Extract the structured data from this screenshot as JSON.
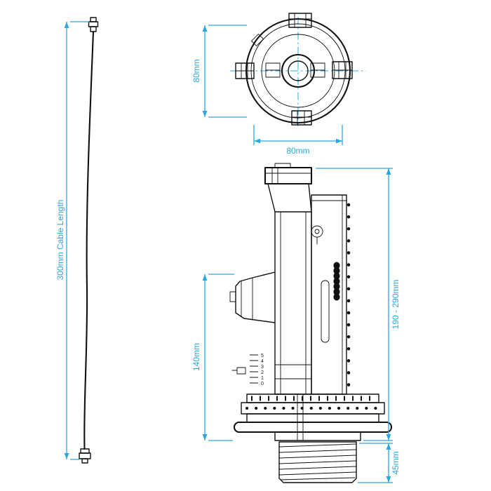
{
  "colors": {
    "dimension_accent": "#2aa9df",
    "drawing_line": "#111111",
    "background": "#ffffff"
  },
  "diagram": {
    "cable": {
      "dimension_label": "300mm Cable Length"
    },
    "top_view": {
      "height_label": "80mm",
      "width_label": "80mm"
    },
    "side_view": {
      "body_height_label": "140mm",
      "overall_height_label": "190 - 290mm",
      "thread_height_label": "45mm",
      "adjustment_scale_digits": [
        "5",
        "4",
        "3",
        "2",
        "1",
        "0"
      ]
    }
  }
}
